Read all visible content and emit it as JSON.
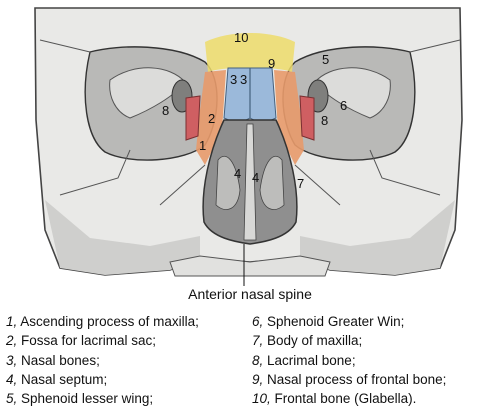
{
  "figure": {
    "callout_label": "Anterior nasal spine",
    "numbers": [
      "1",
      "2",
      "3",
      "3",
      "4",
      "4",
      "5",
      "6",
      "7",
      "8",
      "8",
      "9",
      "10"
    ]
  },
  "legend": {
    "left": [
      {
        "num": "1,",
        "text": " Ascending process of maxilla;"
      },
      {
        "num": "2,",
        "text": " Fossa for lacrimal sac;"
      },
      {
        "num": "3,",
        "text": " Nasal bones;"
      },
      {
        "num": "4,",
        "text": " Nasal septum;"
      },
      {
        "num": "5,",
        "text": " Sphenoid lesser wing;"
      }
    ],
    "right": [
      {
        "num": "6,",
        "text": " Sphenoid Greater Win;"
      },
      {
        "num": "7,",
        "text": " Body of maxilla;"
      },
      {
        "num": "8,",
        "text": " Lacrimal bone;"
      },
      {
        "num": "9,",
        "text": " Nasal process of frontal bone;"
      },
      {
        "num": "10,",
        "text": " Frontal bone (Glabella)."
      }
    ]
  },
  "colors": {
    "bone": "#e9e9e7",
    "shadow": "#8f8f8f",
    "frontal_process": "#eddc6a",
    "maxilla_process": "#e89a6a",
    "nasal_bones": "#9bb9da",
    "lacrimal": "#cf5f62"
  }
}
